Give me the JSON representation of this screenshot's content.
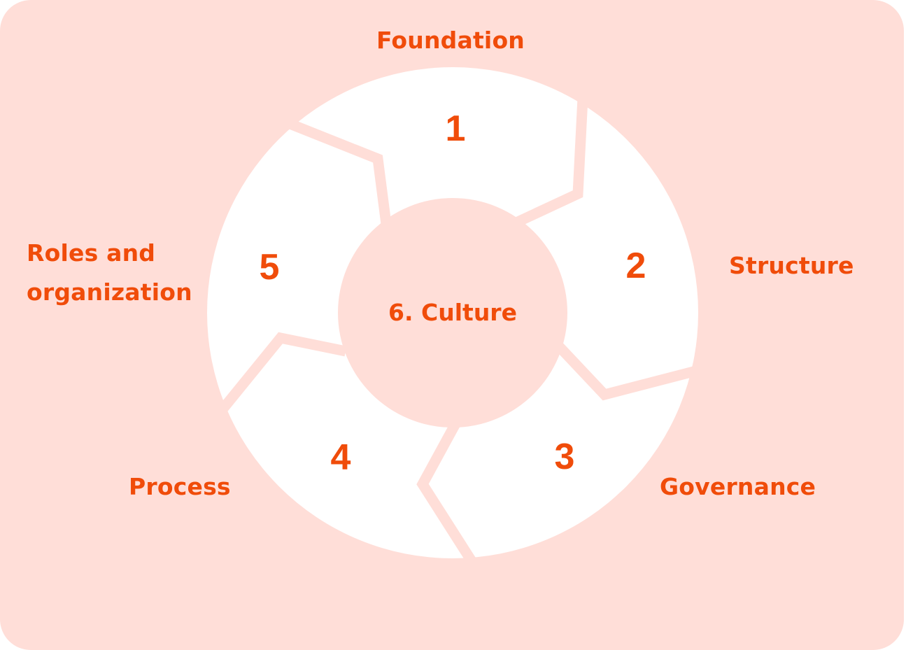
{
  "colors": {
    "background": "#ffded8",
    "segment_fill": "#ffffff",
    "accent_text": "#f04c0a"
  },
  "diagram": {
    "center": {
      "label": "6. Culture"
    },
    "segments": [
      {
        "number": "1",
        "label": "Foundation"
      },
      {
        "number": "2",
        "label": "Structure"
      },
      {
        "number": "3",
        "label": "Governance"
      },
      {
        "number": "4",
        "label": "Process"
      },
      {
        "number": "5",
        "label_line1": "Roles and",
        "label_line2": "organization"
      }
    ]
  }
}
